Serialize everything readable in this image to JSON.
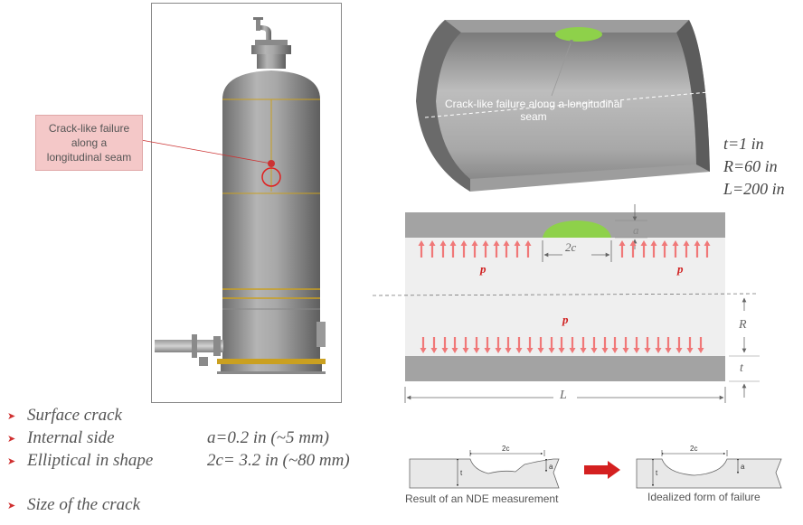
{
  "vessel": {
    "callout_lines": [
      "Crack-like failure",
      "along a",
      "longitudinal seam"
    ]
  },
  "pipe": {
    "label_line1": "Crack-like failure along a longitudinal",
    "label_line2": "seam"
  },
  "params": {
    "t": "t=1 in",
    "R": "R=60 in",
    "L": "L=200 in"
  },
  "section": {
    "a_label": "a",
    "c_label": "2c",
    "p_label": "p",
    "R_label": "R",
    "t_label": "t",
    "L_label": "L"
  },
  "bullets": [
    {
      "text": "Surface crack",
      "value": ""
    },
    {
      "text": "Internal side",
      "value": "a=0.2 in (~5 mm)"
    },
    {
      "text": "Elliptical in shape",
      "value": "2c= 3.2 in (~80 mm)"
    },
    {
      "text": "Size of the crack",
      "value": ""
    }
  ],
  "nde": {
    "left_caption": "Result of an NDE measurement",
    "right_caption": "Idealized form of failure",
    "c_label": "2c",
    "t_label": "t",
    "a_label": "a"
  },
  "colors": {
    "crack_green": "#8ed14a",
    "pressure_arrow": "#f07878",
    "callout_fill": "#f4c8c8",
    "bullet_red": "#d03030",
    "big_arrow": "#d42020"
  }
}
